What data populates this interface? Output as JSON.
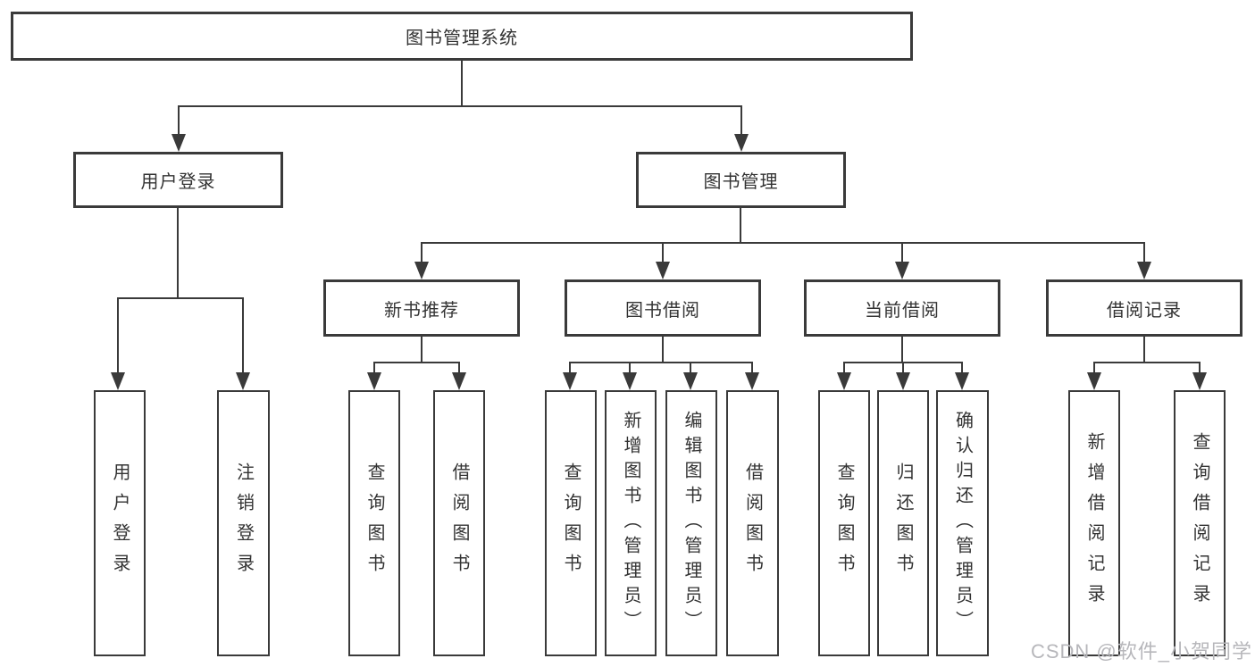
{
  "colors": {
    "line": "#3a3a3a",
    "text": "#333333",
    "box_fill": "#ffffff",
    "watermark": "#b7b7bb"
  },
  "tree": {
    "root": "图书管理系统",
    "branches": [
      {
        "label": "用户登录",
        "children": [
          "用户登录",
          "注销登录"
        ]
      },
      {
        "label": "图书管理",
        "groups": [
          {
            "label": "新书推荐",
            "children": [
              "查询图书",
              "借阅图书"
            ]
          },
          {
            "label": "图书借阅",
            "children": [
              "查询图书",
              "新增图书（管理员）",
              "编辑图书（管理员）",
              "借阅图书"
            ]
          },
          {
            "label": "当前借阅",
            "children": [
              "查询图书",
              "归还图书",
              "确认归还（管理员）"
            ]
          },
          {
            "label": "借阅记录",
            "children": [
              "新增借阅记录",
              "查询借阅记录"
            ]
          }
        ]
      }
    ]
  },
  "watermark": "CSDN @软件_小贺同学"
}
